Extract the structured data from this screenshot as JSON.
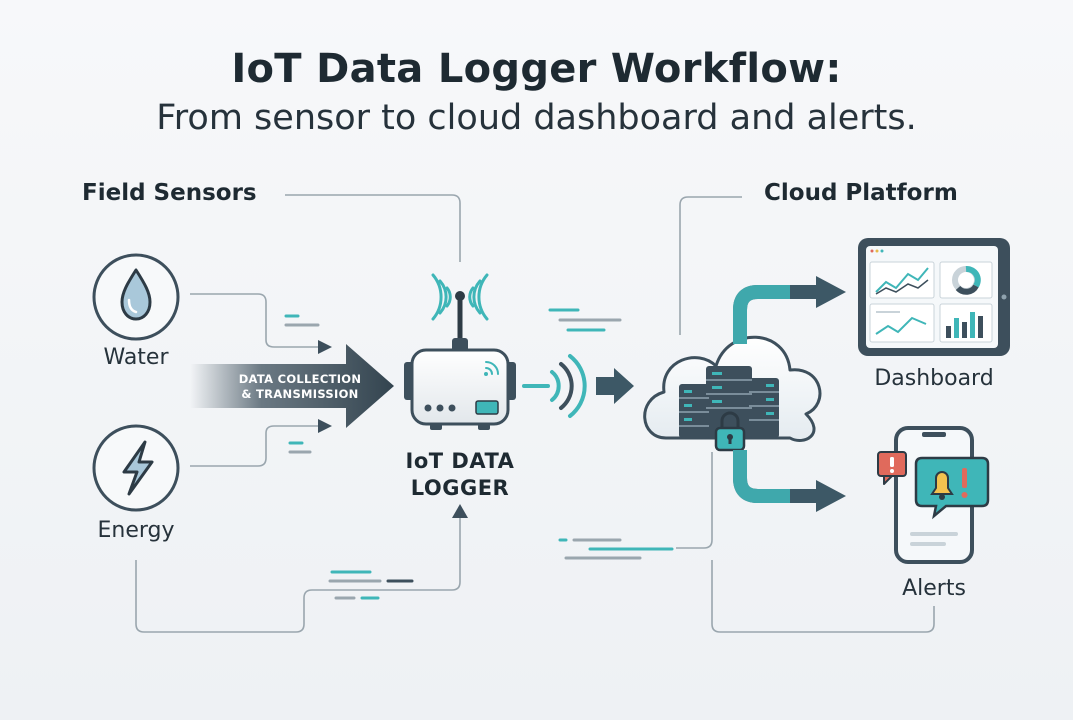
{
  "header": {
    "title": "IoT Data Logger Workflow:",
    "subtitle": "From sensor to cloud dashboard and alerts."
  },
  "sections": {
    "field_sensors": "Field Sensors",
    "cloud_platform": "Cloud Platform"
  },
  "sensors": [
    {
      "label": "Water",
      "icon": "water-drop-icon"
    },
    {
      "label": "Energy",
      "icon": "lightning-bolt-icon"
    }
  ],
  "flow_arrow": {
    "line1": "DATA COLLECTION",
    "line2": "& TRANSMISSION"
  },
  "logger": {
    "line1": "IoT DATA",
    "line2": "LOGGER",
    "icon": "router-icon"
  },
  "outputs": {
    "dashboard": "Dashboard",
    "alerts": "Alerts"
  },
  "colors": {
    "teal": "#3fb6b8",
    "slate": "#3d4f5c",
    "line": "#9aa6ae",
    "title": "#1e2a32"
  }
}
